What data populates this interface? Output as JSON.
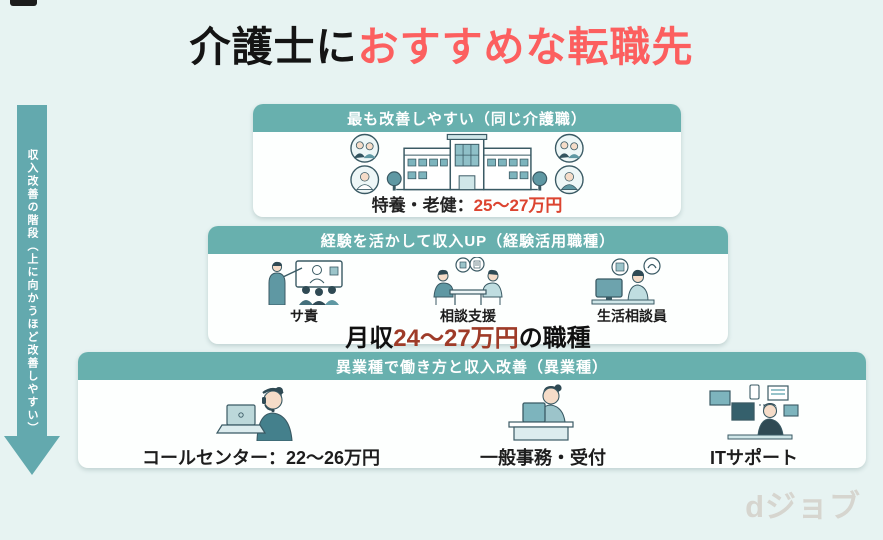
{
  "title": {
    "black": "介護士に",
    "red": "おすすめな転職先"
  },
  "arrow": {
    "label": "収入改善の階段（上に向かうほど改善しやすい）"
  },
  "tier1": {
    "header": "最も改善しやすい（同じ介護職）",
    "illustration": "care-facility-with-staff",
    "caption": {
      "label": "特養・老健：",
      "value": "25～27万円"
    }
  },
  "tier2": {
    "header": "経験を活かして収入UP（経験活用職種）",
    "items": [
      {
        "label": "サ責",
        "icon": "meeting-presentation-icon"
      },
      {
        "label": "相談支援",
        "icon": "consultation-table-icon"
      },
      {
        "label": "生活相談員",
        "icon": "advisor-computer-icon"
      }
    ],
    "caption": {
      "prefix": "月収",
      "value": "24～27万円",
      "suffix": "の職種"
    }
  },
  "tier3": {
    "header": "異業種で働き方と収入改善（異業種）",
    "items": [
      {
        "label": "コールセンター：22～26万円",
        "icon": "call-center-headset-icon"
      },
      {
        "label": "一般事務・受付",
        "icon": "office-reception-desk-icon"
      },
      {
        "label": "ITサポート",
        "icon": "it-support-monitors-icon"
      }
    ]
  },
  "logo": "dジョブ",
  "colors": {
    "background": "#e7f3f2",
    "teal_header": "#68b0ae",
    "teal_arrow": "#63a9ae",
    "title_red": "#fc5f5f",
    "price_red": "#dc4430",
    "price_dark_red": "#9e3b28",
    "text_dark": "#1d1d1d",
    "logo_gray": "#d6d5cf"
  }
}
